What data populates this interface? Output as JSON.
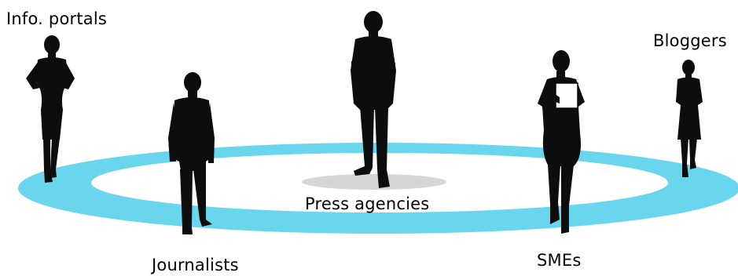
{
  "labels": {
    "info_portals": "Info. portals",
    "bloggers": "Bloggers",
    "press_agencies": "Press agencies",
    "journalists": "Journalists",
    "smes": "SMEs"
  },
  "colors": {
    "ring": "#6ad6ee",
    "silhouette": "#0d0d0d",
    "shadow": "#d6d6d6",
    "background": "#ffffff"
  }
}
